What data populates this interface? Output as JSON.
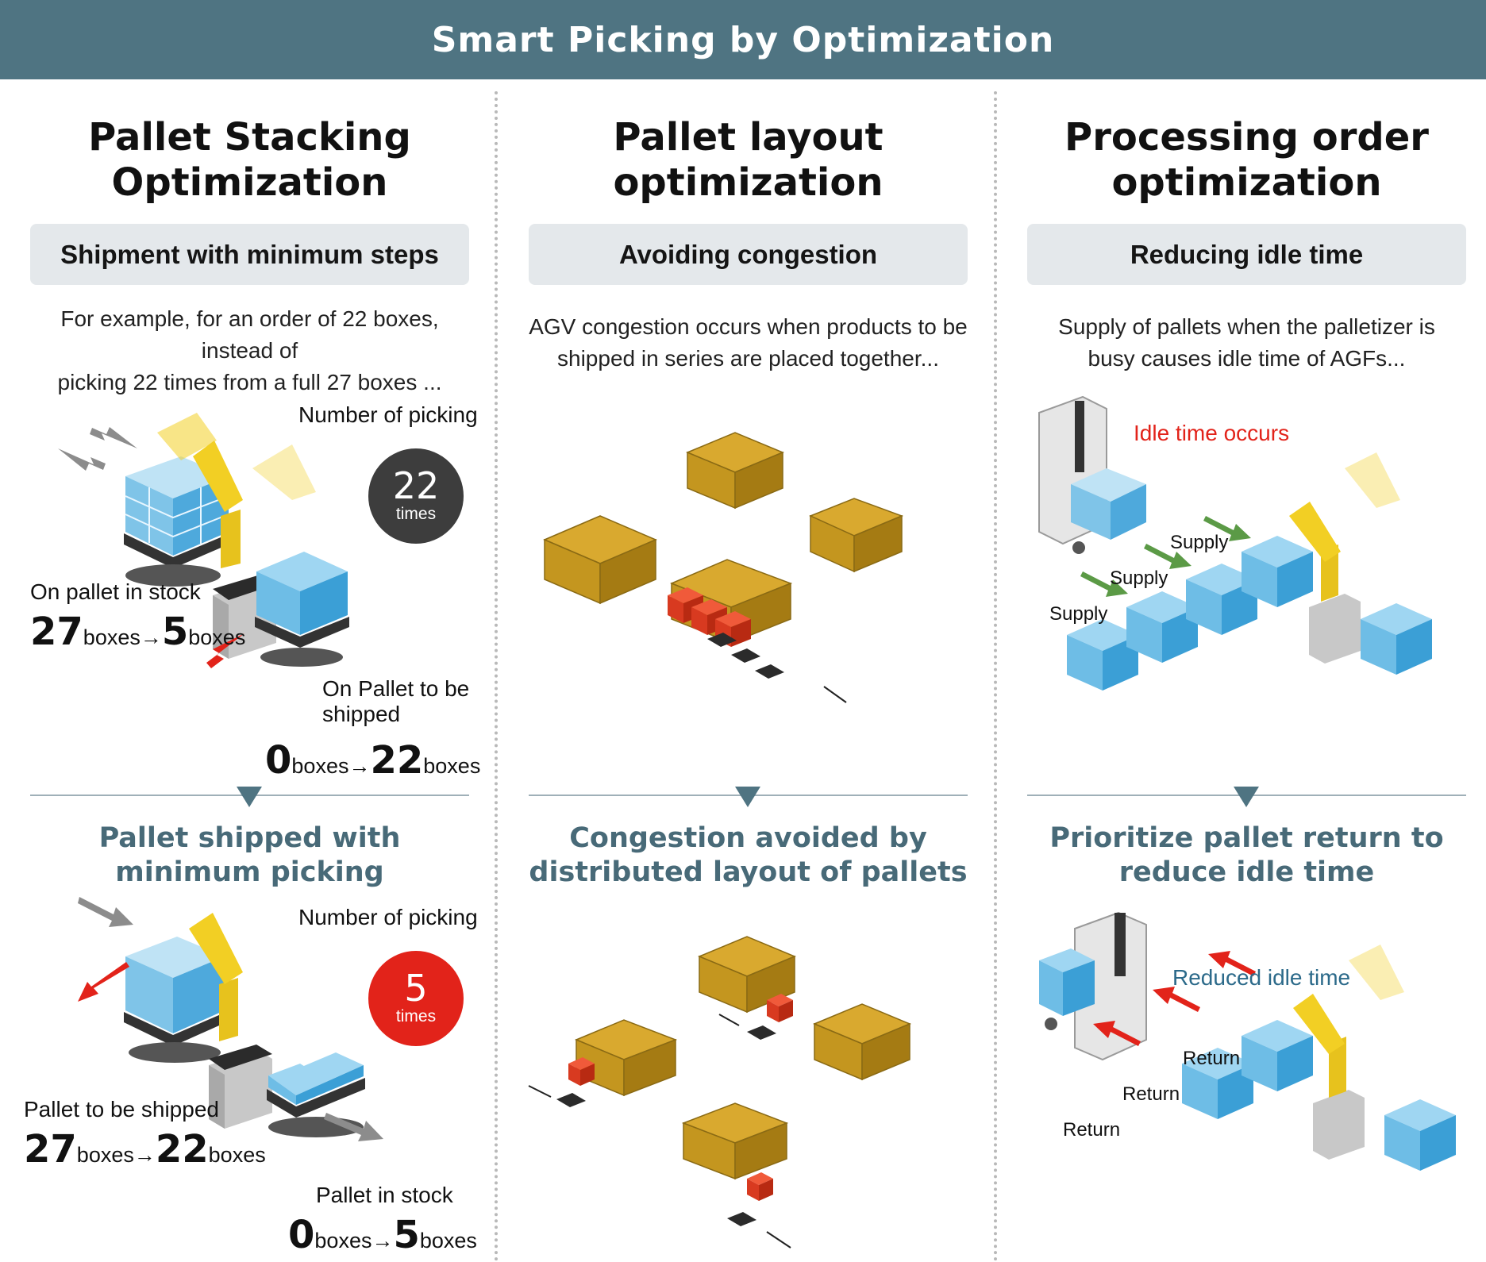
{
  "banner": {
    "title": "Smart Picking by Optimization"
  },
  "colors": {
    "banner": "#4f7482",
    "pill": "#e4e8eb",
    "result_text": "#486a78",
    "alert": "#e2231a",
    "info": "#2c6a8a",
    "supply_arrow": "#5b9a46",
    "circle_dark": "#3d3d3d",
    "circle_red": "#e2231a"
  },
  "col1": {
    "title_line1": "Pallet Stacking",
    "title_line2": "Optimization",
    "subtitle": "Shipment with minimum steps",
    "desc_line1": "For example, for an order of 22 boxes, instead of",
    "desc_line2": "picking 22 times from a full 27 boxes ...",
    "top": {
      "picking_label": "Number of picking",
      "picking_count": "22",
      "picking_unit": "times",
      "stock_label": "On pallet in stock",
      "stock_from": "27",
      "stock_from_unit": "boxes",
      "arrow": "→",
      "stock_to": "5",
      "stock_to_unit": "boxes",
      "ship_label_line1": "On Pallet to be",
      "ship_label_line2": "shipped",
      "ship_from": "0",
      "ship_from_unit": "boxes",
      "ship_to": "22",
      "ship_to_unit": "boxes"
    },
    "result_line1": "Pallet shipped with",
    "result_line2": "minimum picking",
    "bottom": {
      "picking_label": "Number of picking",
      "picking_count": "5",
      "picking_unit": "times",
      "ship_label": "Pallet to be shipped",
      "ship_from": "27",
      "ship_from_unit": "boxes",
      "arrow": "→",
      "ship_to": "22",
      "ship_to_unit": "boxes",
      "stock_label": "Pallet in stock",
      "stock_from": "0",
      "stock_from_unit": "boxes",
      "stock_to": "5",
      "stock_to_unit": "boxes"
    }
  },
  "col2": {
    "title_line1": "Pallet layout",
    "title_line2": "optimization",
    "subtitle": "Avoiding congestion",
    "desc_line1": "AGV congestion occurs when products to  be",
    "desc_line2": "shipped in series are placed together...",
    "result_line1": "Congestion avoided by",
    "result_line2": "distributed layout of pallets"
  },
  "col3": {
    "title_line1": "Processing order",
    "title_line2": "optimization",
    "subtitle": "Reducing idle time",
    "desc_line1": "Supply of pallets when the palletizer is",
    "desc_line2": "busy causes idle time of AGFs...",
    "idle_label": "Idle time occurs",
    "supply_labels": [
      "Supply",
      "Supply",
      "Supply"
    ],
    "result_line1": "Prioritize pallet return to",
    "result_line2": "reduce idle time",
    "reduced_label": "Reduced idle time",
    "return_labels": [
      "Return",
      "Return",
      "Return"
    ]
  }
}
